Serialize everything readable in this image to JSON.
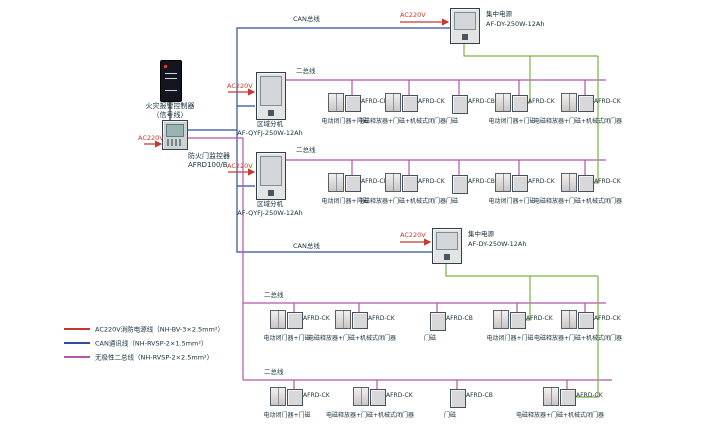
{
  "labels": {
    "can_bus_top": "CAN总线",
    "can_bus_mid": "CAN总线",
    "ac220v": "AC220V"
  },
  "controller": {
    "name": "火灾报警控制器",
    "sub": "（信号线）"
  },
  "monitor": {
    "name": "防火门监控器",
    "model": "AFRD100/B"
  },
  "zone_unit": {
    "name": "区域分机",
    "model": "AF-QYFJ-250W-12Ah"
  },
  "power_supply": {
    "name": "集中电源",
    "model": "AF-DY-250W-12Ah"
  },
  "legend": {
    "items": [
      {
        "color": "#c23b2e",
        "label": "AC220V消防电源线（NH-BV-3×2.5mm²）"
      },
      {
        "color": "#2d4f9e",
        "label": "CAN通讯线（NH-RVSP-2×1.5mm²）"
      },
      {
        "color": "#b455ae",
        "label": "无极性二总线（NH-RVSP-2×2.5mm²）"
      }
    ]
  },
  "wire_colors": {
    "power": "#c23b2e",
    "can": "#2d4f9e",
    "two_bus": "#b455ae",
    "dc_feed": "#7cb342"
  },
  "rows": [
    {
      "bus_label": "二总线",
      "groups": [
        {
          "module": "AFRD-CK",
          "device": "电动闭门器+门磁",
          "kind": "door"
        },
        {
          "module": "AFRD-CK",
          "device": "电磁释放器+门磁+机械式闭门器",
          "kind": "door"
        },
        {
          "module": "AFRD-CB",
          "device": "门磁",
          "kind": "magnet"
        },
        {
          "module": "AFRD-CK",
          "device": "电动闭门器+门磁",
          "kind": "door"
        },
        {
          "module": "AFRD-CK",
          "device": "电磁释放器+门磁+机械式闭门器",
          "kind": "door"
        }
      ]
    },
    {
      "bus_label": "二总线",
      "groups": [
        {
          "module": "AFRD-CK",
          "device": "电动闭门器+门磁",
          "kind": "door"
        },
        {
          "module": "AFRD-CK",
          "device": "电磁释放器+门磁+机械式闭门器",
          "kind": "door"
        },
        {
          "module": "AFRD-CB",
          "device": "门磁",
          "kind": "magnet"
        },
        {
          "module": "AFRD-CK",
          "device": "电动闭门器+门磁",
          "kind": "door"
        },
        {
          "module": "AFRD-CK",
          "device": "电磁释放器+门磁+机械式闭门器",
          "kind": "door"
        }
      ]
    },
    {
      "bus_label": "二总线",
      "groups": [
        {
          "module": "AFRD-CK",
          "device": "电动闭门器+门磁",
          "kind": "door"
        },
        {
          "module": "AFRD-CK",
          "device": "电磁释放器+门磁+机械式闭门器",
          "kind": "door"
        },
        {
          "module": "AFRD-CB",
          "device": "门磁",
          "kind": "magnet"
        },
        {
          "module": "AFRD-CK",
          "device": "电动闭门器+门磁",
          "kind": "door"
        },
        {
          "module": "AFRD-CK",
          "device": "电磁释放器+门磁+机械式闭门器",
          "kind": "door"
        }
      ]
    },
    {
      "bus_label": "二总线",
      "groups": [
        {
          "module": "AFRD-CK",
          "device": "电动闭门器+门磁",
          "kind": "door"
        },
        {
          "module": "AFRD-CK",
          "device": "电磁释放器+门磁+机械式闭门器",
          "kind": "door"
        },
        {
          "module": "AFRD-CB",
          "device": "门磁",
          "kind": "magnet"
        },
        {
          "module": "AFRD-CK",
          "device": "电磁释放器+门磁+机械式闭门器",
          "kind": "door"
        }
      ]
    }
  ]
}
